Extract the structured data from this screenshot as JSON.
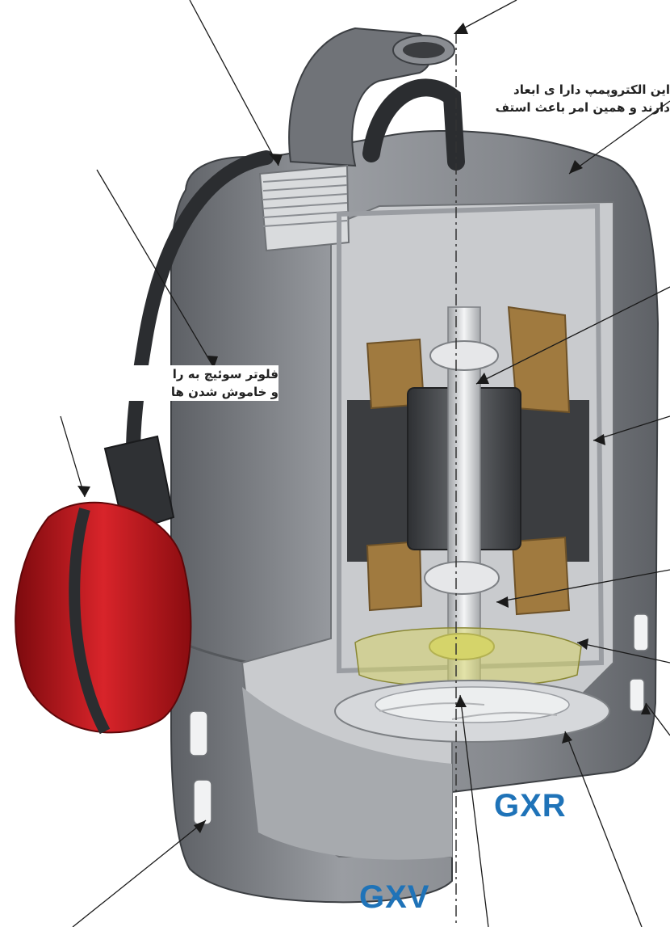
{
  "labels": {
    "dimensions_line1": "این الکتروپمپ دارا ی ابعاد",
    "dimensions_line2": "دارند و همین امر باعث استف",
    "float_line1": "فلوتر سوئیچ به را",
    "float_line2": "و خاموش شدن ها"
  },
  "models": {
    "gxr": "GXR",
    "gxv": "GXV"
  },
  "colors": {
    "body": "#8e9196",
    "body_dark": "#5b5e63",
    "cable": "#2b2d30",
    "float": "#c4161c",
    "copper": "#a07a3f",
    "impeller": "#d6d8db",
    "seal": "#d6d46a",
    "model_text": "#1f73b8"
  }
}
